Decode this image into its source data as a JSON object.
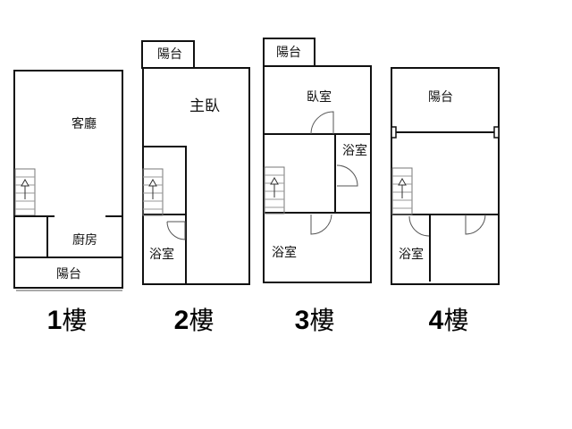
{
  "floors": [
    {
      "number": "1",
      "suffix": "樓",
      "rooms": [
        "客廳",
        "廚房",
        "陽台"
      ]
    },
    {
      "number": "2",
      "suffix": "樓",
      "rooms": [
        "陽台",
        "主臥",
        "浴室"
      ]
    },
    {
      "number": "3",
      "suffix": "樓",
      "rooms": [
        "陽台",
        "臥室",
        "浴室",
        "浴室"
      ]
    },
    {
      "number": "4",
      "suffix": "樓",
      "rooms": [
        "陽台",
        "浴室"
      ]
    }
  ]
}
